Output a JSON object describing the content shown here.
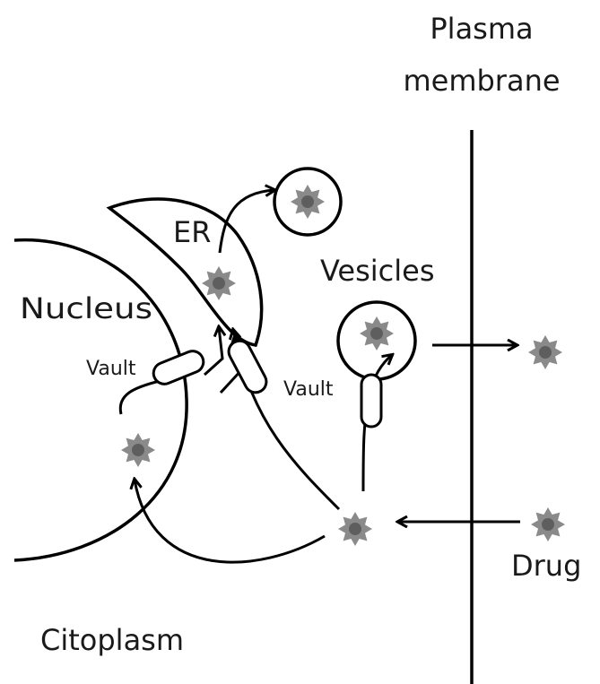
{
  "labels": {
    "plasma_membrane_line1": "Plasma",
    "plasma_membrane_line2": "membrane",
    "er": "ER",
    "vesicles": "Vesicles",
    "nucleus": "Nucleus",
    "vault_left": "Vault",
    "vault_right": "Vault",
    "drug": "Drug",
    "cytoplasm": "Citoplasm"
  },
  "colors": {
    "line": "#000000",
    "drug_outer": "#8a8a8a",
    "drug_inner": "#5e5e5e",
    "text": "#1a1a1a"
  }
}
